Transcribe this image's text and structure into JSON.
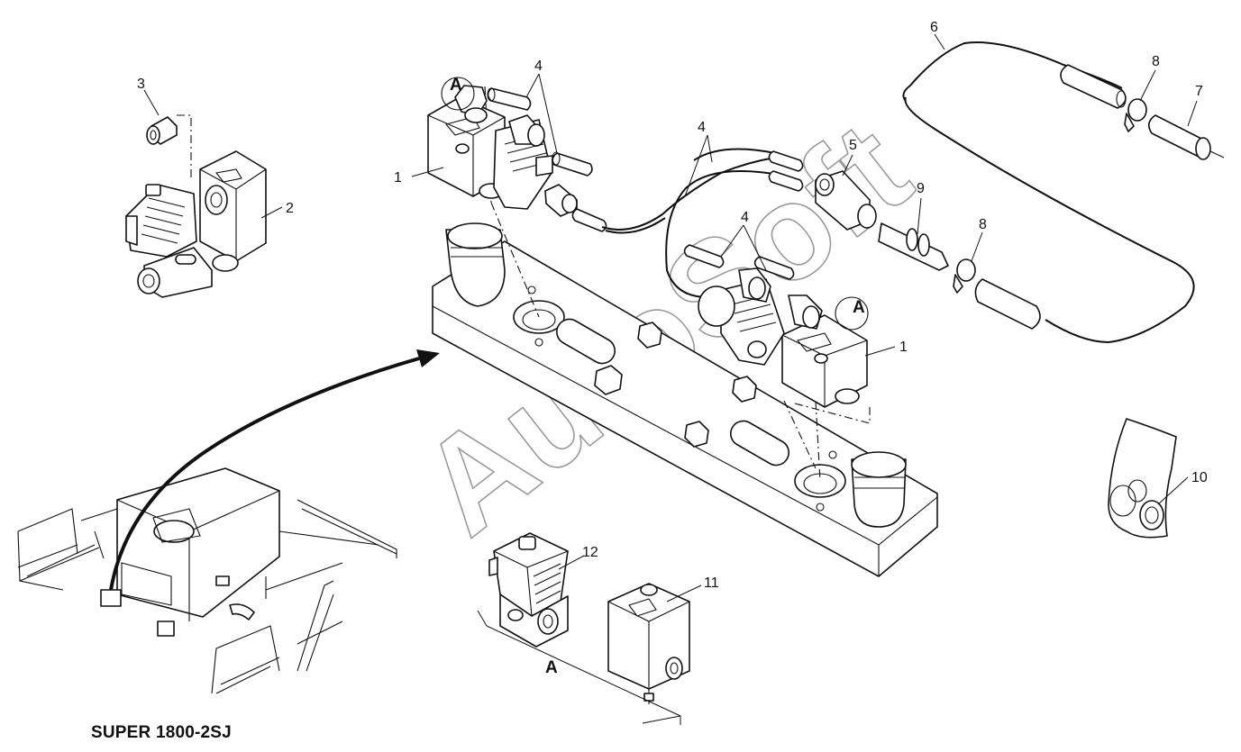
{
  "model_title": "SUPER 1800-2SJ",
  "watermark": "AutoSoft",
  "callouts": {
    "c1_left": "1",
    "c1_right": "1",
    "c2": "2",
    "c3": "3",
    "c4_top": "4",
    "c4_middle": "4",
    "c4_lower": "4",
    "c5": "5",
    "c6": "6",
    "c7": "7",
    "c8_top": "8",
    "c8_mid": "8",
    "c9": "9",
    "c10": "10",
    "c11": "11",
    "c12": "12"
  },
  "view_markers": {
    "a_left": "A",
    "a_right": "A",
    "a_bottom": "A"
  }
}
